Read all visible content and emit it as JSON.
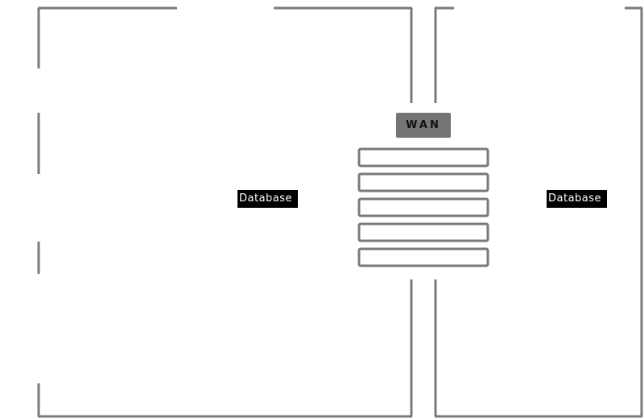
{
  "diagram": {
    "wan_label": "WAN",
    "left_region_label": "Database",
    "right_region_label": "Database",
    "slot_count": 5
  },
  "colors": {
    "wall": "#7a7a7a",
    "wan_box": "#757575",
    "label_background": "#000000",
    "label_text": "#ffffff"
  }
}
